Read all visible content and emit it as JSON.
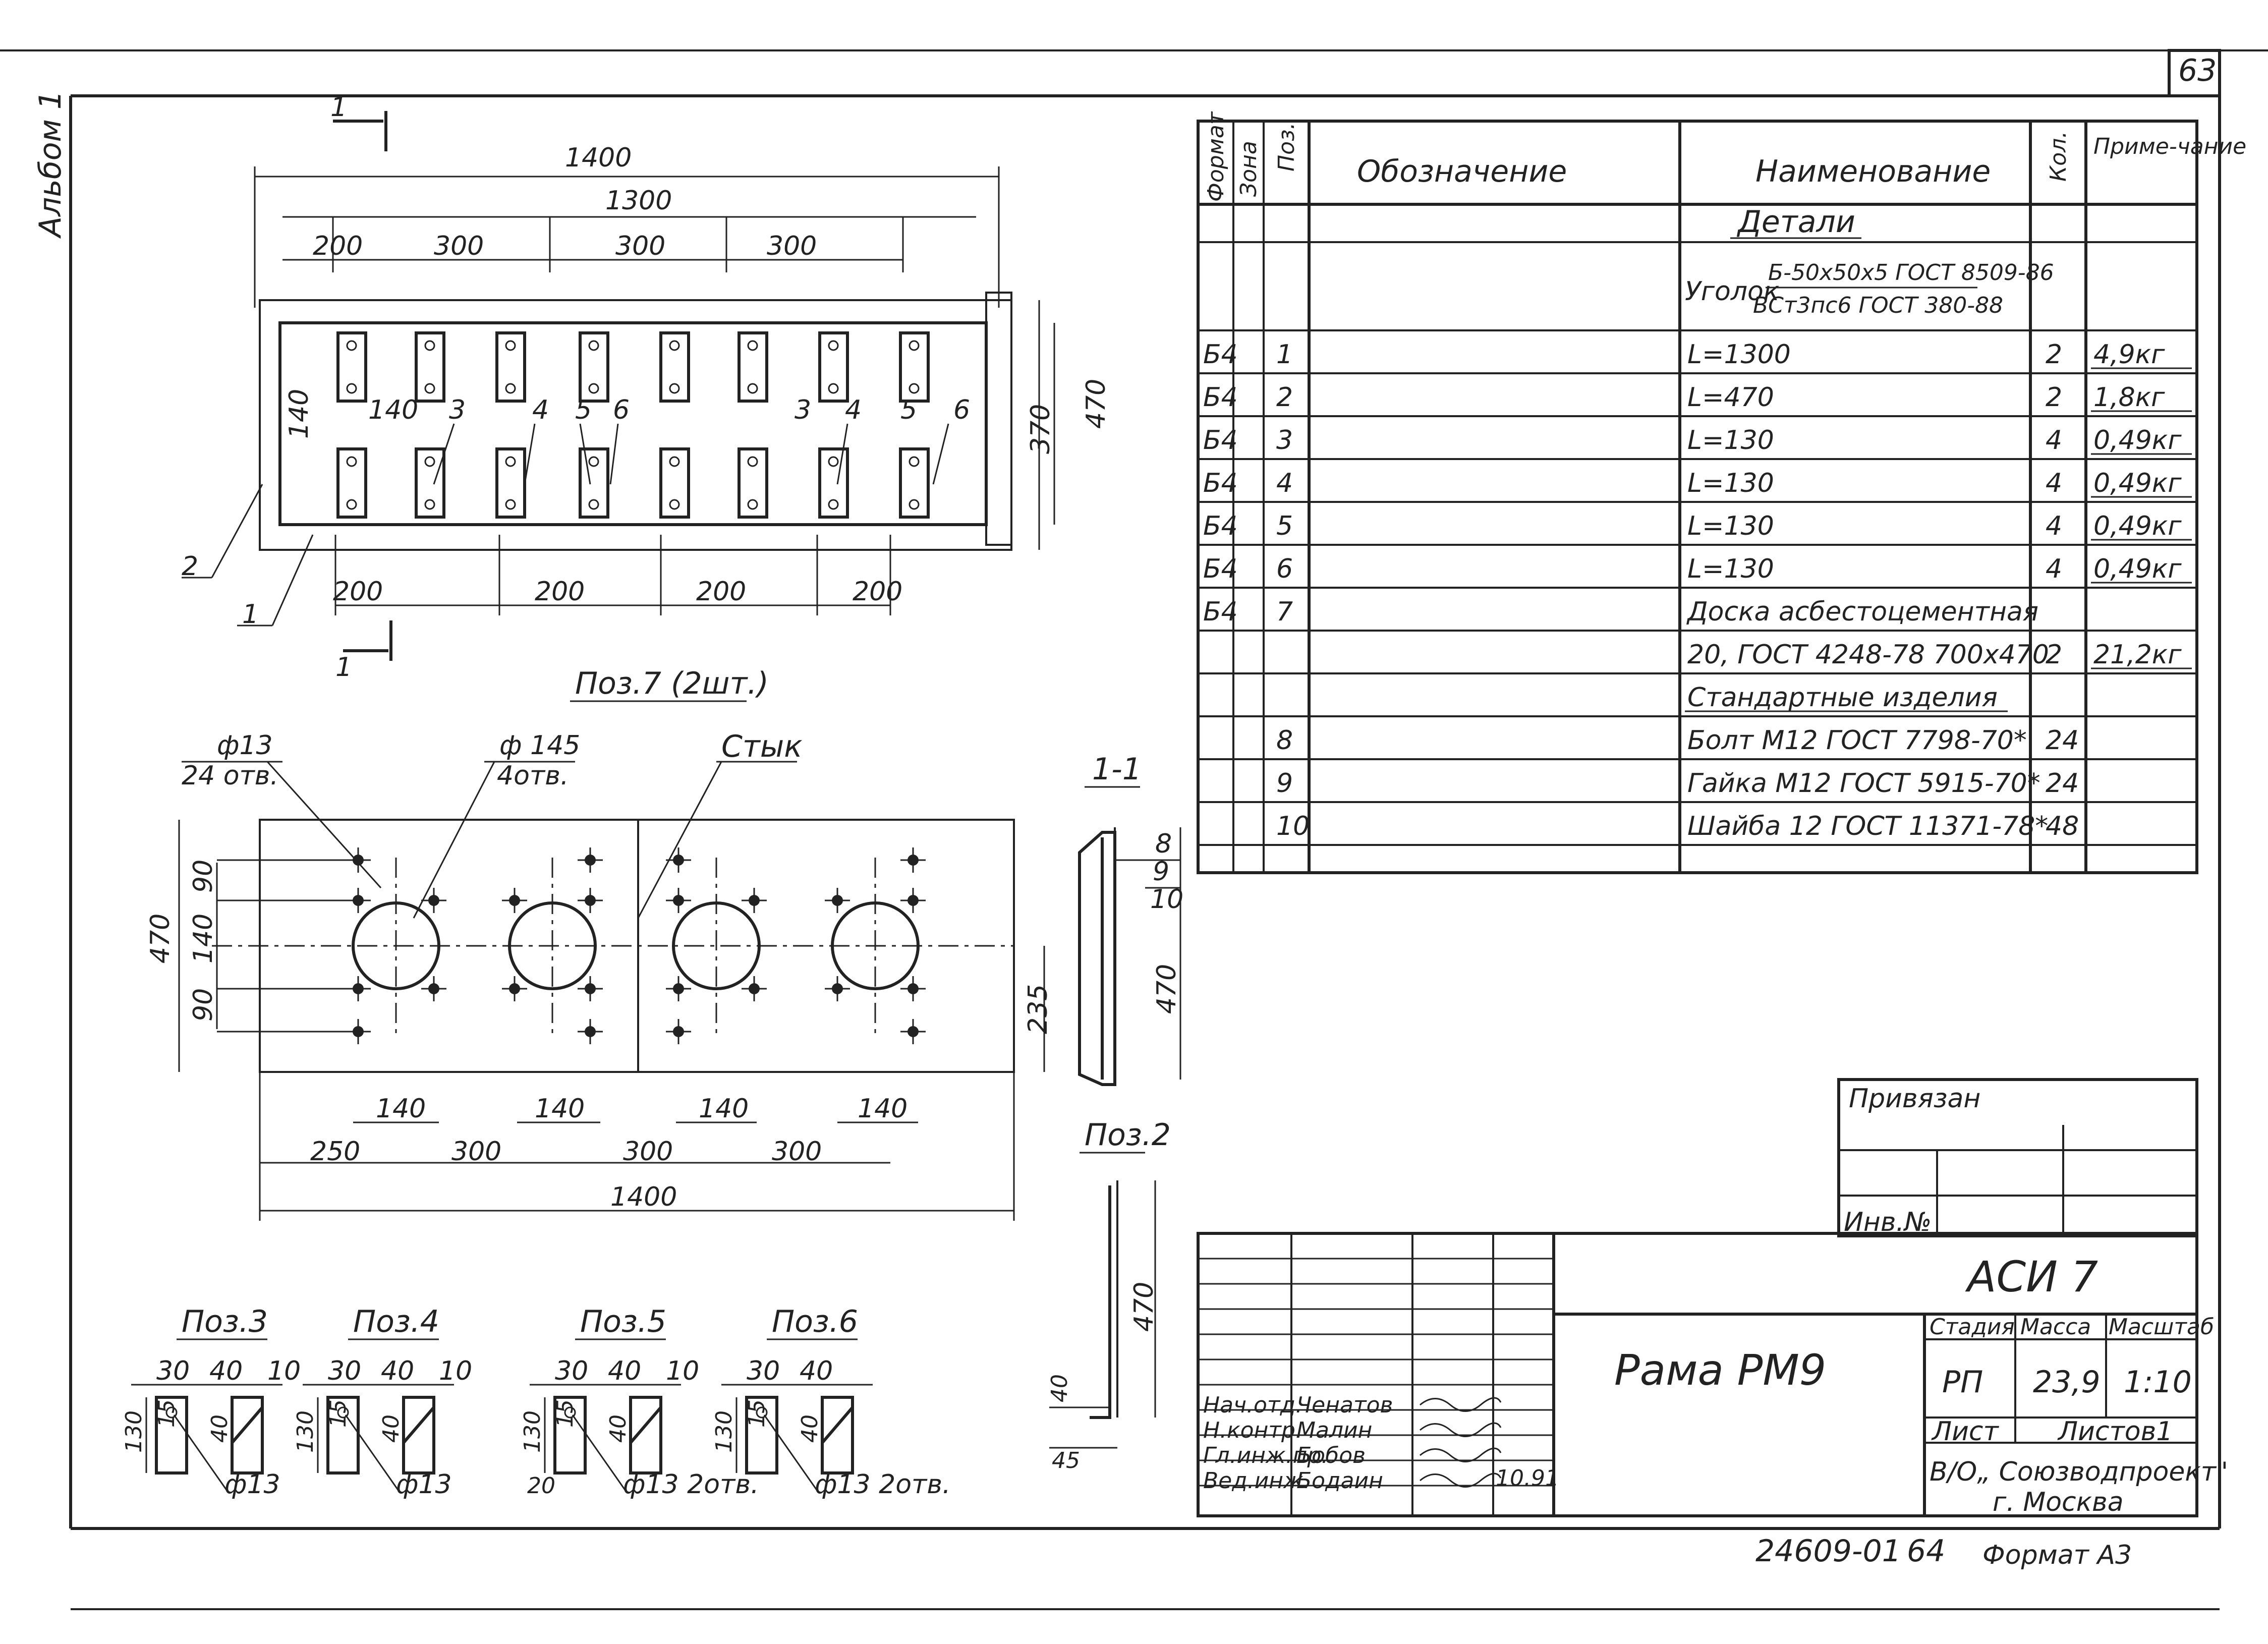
{
  "page": {
    "sheet_no": "63",
    "album": "Альбом 1",
    "footer_code": "24609-01",
    "footer_page": "64",
    "format": "Формат А3"
  },
  "plan_view": {
    "dims": {
      "overall": "1400",
      "inner": "1300",
      "top_segments": [
        "200",
        "300",
        "300",
        "300"
      ],
      "bottom_segments": [
        "200",
        "200",
        "200",
        "200"
      ],
      "height_outer": "470",
      "height_inner": "370",
      "pitch_v": "140",
      "pitch_h": "140"
    },
    "section_mark": "1",
    "callouts": [
      "3",
      "4",
      "5",
      "6",
      "3",
      "4",
      "5",
      "6",
      "1",
      "2"
    ]
  },
  "board_view": {
    "title": "Поз.7 (2шт.)",
    "holes_small": "ф13",
    "holes_small_count": "24 отв.",
    "holes_big": "ф 145",
    "holes_big_count": "4отв.",
    "joint": "Стык",
    "dims_left": [
      "90",
      "140",
      "90"
    ],
    "height": "470",
    "half_height": "235",
    "pitch": [
      "140",
      "140",
      "140",
      "140"
    ],
    "bottom_chain": [
      "250",
      "300",
      "300",
      "300"
    ],
    "total": "1400"
  },
  "section_view": {
    "title": "1-1",
    "labels": [
      "8",
      "9",
      "10"
    ],
    "height": "470"
  },
  "pos2_view": {
    "title": "Поз.2",
    "height": "470",
    "small_a": "40",
    "small_b": "45"
  },
  "details": [
    {
      "title": "Поз.3",
      "a": "30",
      "b": "40",
      "c": "10",
      "h": "130",
      "s": "15",
      "d": "40",
      "hole": "ф13"
    },
    {
      "title": "Поз.4",
      "a": "30",
      "b": "40",
      "c": "10",
      "h": "130",
      "s": "15",
      "d": "40",
      "hole": "ф13"
    },
    {
      "title": "Поз.5",
      "a": "30",
      "b": "40",
      "c": "10",
      "h": "130",
      "s": "15",
      "d": "40",
      "hole": "ф13 2отв.",
      "extra": "20"
    },
    {
      "title": "Поз.6",
      "a": "30",
      "b": "40",
      "c": "",
      "h": "130",
      "s": "15",
      "d": "40",
      "hole": "ф13 2отв."
    }
  ],
  "spec": {
    "headers": {
      "format": "Формат",
      "zone": "Зона",
      "pos": "Поз.",
      "designation": "Обозначение",
      "name": "Наименование",
      "qty": "Кол.",
      "note": "Приме-чание"
    },
    "section_details": "Детали",
    "angle_label": "Уголок",
    "angle_spec_1": "Б-50х50х5 ГОСТ 8509-86",
    "angle_spec_2": "ВСт3пс6 ГОСТ 380-88",
    "rows": [
      {
        "fmt": "Б4",
        "pos": "1",
        "name": "L=1300",
        "qty": "2",
        "note": "4,9кг"
      },
      {
        "fmt": "Б4",
        "pos": "2",
        "name": "L=470",
        "qty": "2",
        "note": "1,8кг"
      },
      {
        "fmt": "Б4",
        "pos": "3",
        "name": "L=130",
        "qty": "4",
        "note": "0,49кг"
      },
      {
        "fmt": "Б4",
        "pos": "4",
        "name": "L=130",
        "qty": "4",
        "note": "0,49кг"
      },
      {
        "fmt": "Б4",
        "pos": "5",
        "name": "L=130",
        "qty": "4",
        "note": "0,49кг"
      },
      {
        "fmt": "Б4",
        "pos": "6",
        "name": "L=130",
        "qty": "4",
        "note": "0,49кг"
      },
      {
        "fmt": "Б4",
        "pos": "7",
        "name": "Доска асбестоцементная",
        "qty": "",
        "note": ""
      },
      {
        "fmt": "",
        "pos": "",
        "name": "20, ГОСТ 4248-78  700х470",
        "qty": "2",
        "note": "21,2кг"
      },
      {
        "fmt": "",
        "pos": "",
        "name": "Стандартные изделия",
        "qty": "",
        "note": ""
      },
      {
        "fmt": "",
        "pos": "8",
        "name": "Болт М12 ГОСТ 7798-70*",
        "qty": "24",
        "note": ""
      },
      {
        "fmt": "",
        "pos": "9",
        "name": "Гайка М12 ГОСТ 5915-70*",
        "qty": "24",
        "note": ""
      },
      {
        "fmt": "",
        "pos": "10",
        "name": "Шайба 12  ГОСТ 11371-78*",
        "qty": "48",
        "note": ""
      }
    ]
  },
  "bound": {
    "label": "Привязан",
    "inv": "Инв.№"
  },
  "title_block": {
    "code": "АСИ 7",
    "name": "Рама РМ9",
    "stage_h": "Стадия",
    "mass_h": "Масса",
    "scale_h": "Масштаб",
    "stage": "РП",
    "mass": "23,9",
    "scale": "1:10",
    "sheet_h": "Лист",
    "sheets_h": "Листов1",
    "org_1": "В/О„ Союзводпроект\"",
    "org_2": "г. Москва",
    "people": [
      {
        "role": "Нач.отд.",
        "name": "Ченатов"
      },
      {
        "role": "Н.контр.",
        "name": "Малин"
      },
      {
        "role": "Гл.инж.пр.",
        "name": "Бобов"
      },
      {
        "role": "Вед.инж.",
        "name": "Бодаин"
      }
    ],
    "date": "10.91"
  }
}
